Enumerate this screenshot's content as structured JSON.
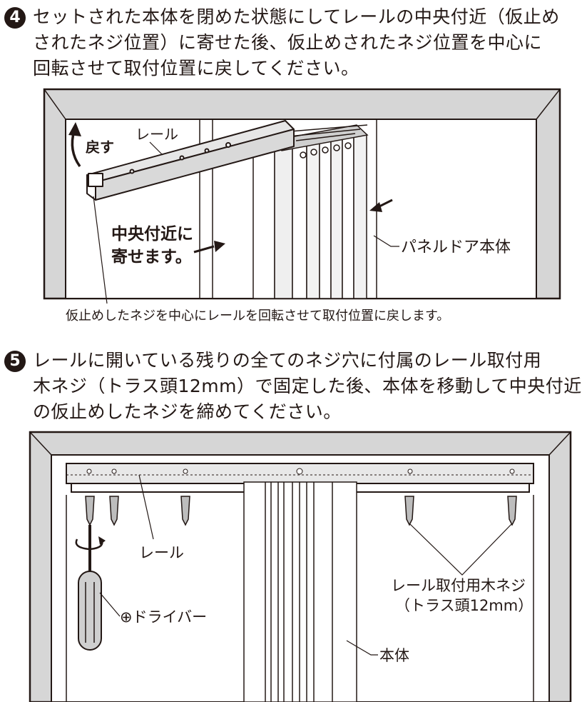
{
  "step4": {
    "number": "4",
    "lines": [
      "セットされた本体を閉めた状態にしてレールの中央付近（仮止め",
      "されたネジ位置）に寄せた後、仮止めされたネジ位置を中心に",
      "回転させて取付位置に戻してください。"
    ],
    "labels": {
      "return": "戻す",
      "rail": "レール",
      "center_1": "中央付近に",
      "center_2": "寄せます。",
      "panel_door": "パネルドア本体"
    },
    "caption": "仮止めしたネジを中心にレールを回転させて取付位置に戻します。"
  },
  "step5": {
    "number": "5",
    "lines": [
      "レールに開いている残りの全てのネジ穴に付属のレール取付用",
      "木ネジ（トラス頭12mm）で固定した後、本体を移動して中央付近",
      "の仮止めしたネジを締めてください。"
    ],
    "labels": {
      "rail": "レール",
      "screw_1": "レール取付用木ネジ",
      "screw_2": "（トラス頭12mm）",
      "driver": "⊕ドライバー",
      "body": "本体"
    }
  }
}
